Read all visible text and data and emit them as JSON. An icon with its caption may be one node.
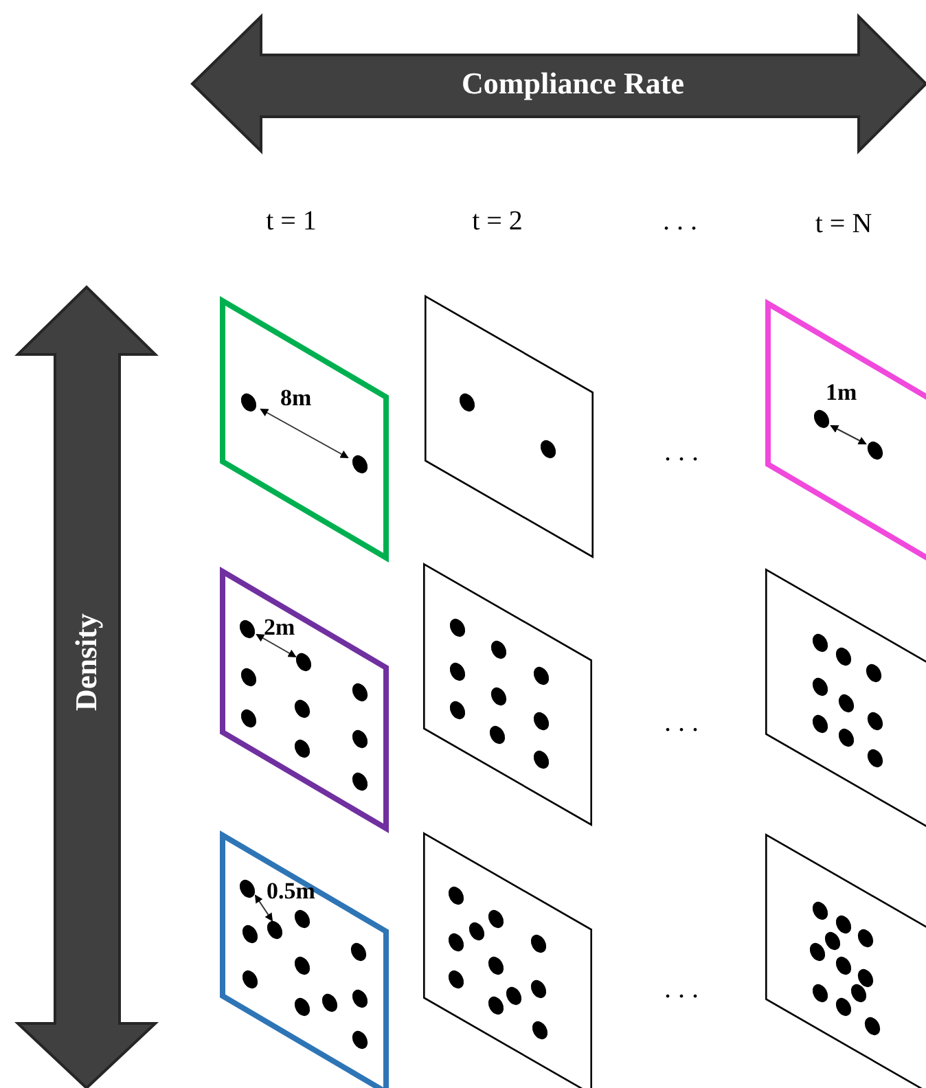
{
  "diagram": {
    "nodes": [
      {
        "text": [
          "8m"
        ]
      },
      {
        "text": [],
        "shape": "box"
      },
      {
        "text": [
          "1m"
        ]
      },
      {
        "text": [
          "2m"
        ]
      },
      {
        "text": [],
        "shape": "box"
      },
      {
        "text": [],
        "shape": "box"
      },
      {
        "text": [
          "0.5m"
        ]
      },
      {
        "text": [],
        "shape": "box"
      },
      {
        "text": [],
        "shape": "box"
      }
    ],
    "edges": [],
    "labels": [
      "Compliance Rate",
      "t = 1",
      "t = 2",
      ". . .",
      "t = N",
      "Density",
      ". . .",
      ". . .",
      ". . ."
    ]
  }
}
